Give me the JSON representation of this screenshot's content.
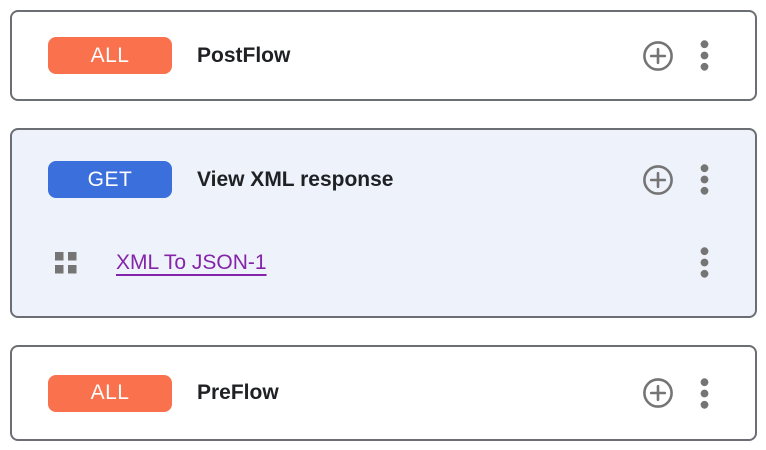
{
  "colors": {
    "card_border": "#6B6E72",
    "selected_card_bg": "#EEF2FB",
    "all_badge_bg": "#F9714D",
    "get_badge_bg": "#3B6FDC",
    "title_text": "#202124",
    "icon_gray": "#757575",
    "policy_link_purple": "#8424A8"
  },
  "icons": {
    "add": "add-circle-icon",
    "more": "kebab-menu-icon",
    "drag": "drag-handle-icon"
  },
  "cards": [
    {
      "badge": {
        "label": "ALL",
        "color": "#F9714D"
      },
      "title": "PostFlow"
    },
    {
      "badge": {
        "label": "GET",
        "color": "#3B6FDC"
      },
      "title": "View XML response",
      "policies": [
        {
          "label": "XML To JSON-1"
        }
      ]
    },
    {
      "badge": {
        "label": "ALL",
        "color": "#F9714D"
      },
      "title": "PreFlow"
    }
  ]
}
